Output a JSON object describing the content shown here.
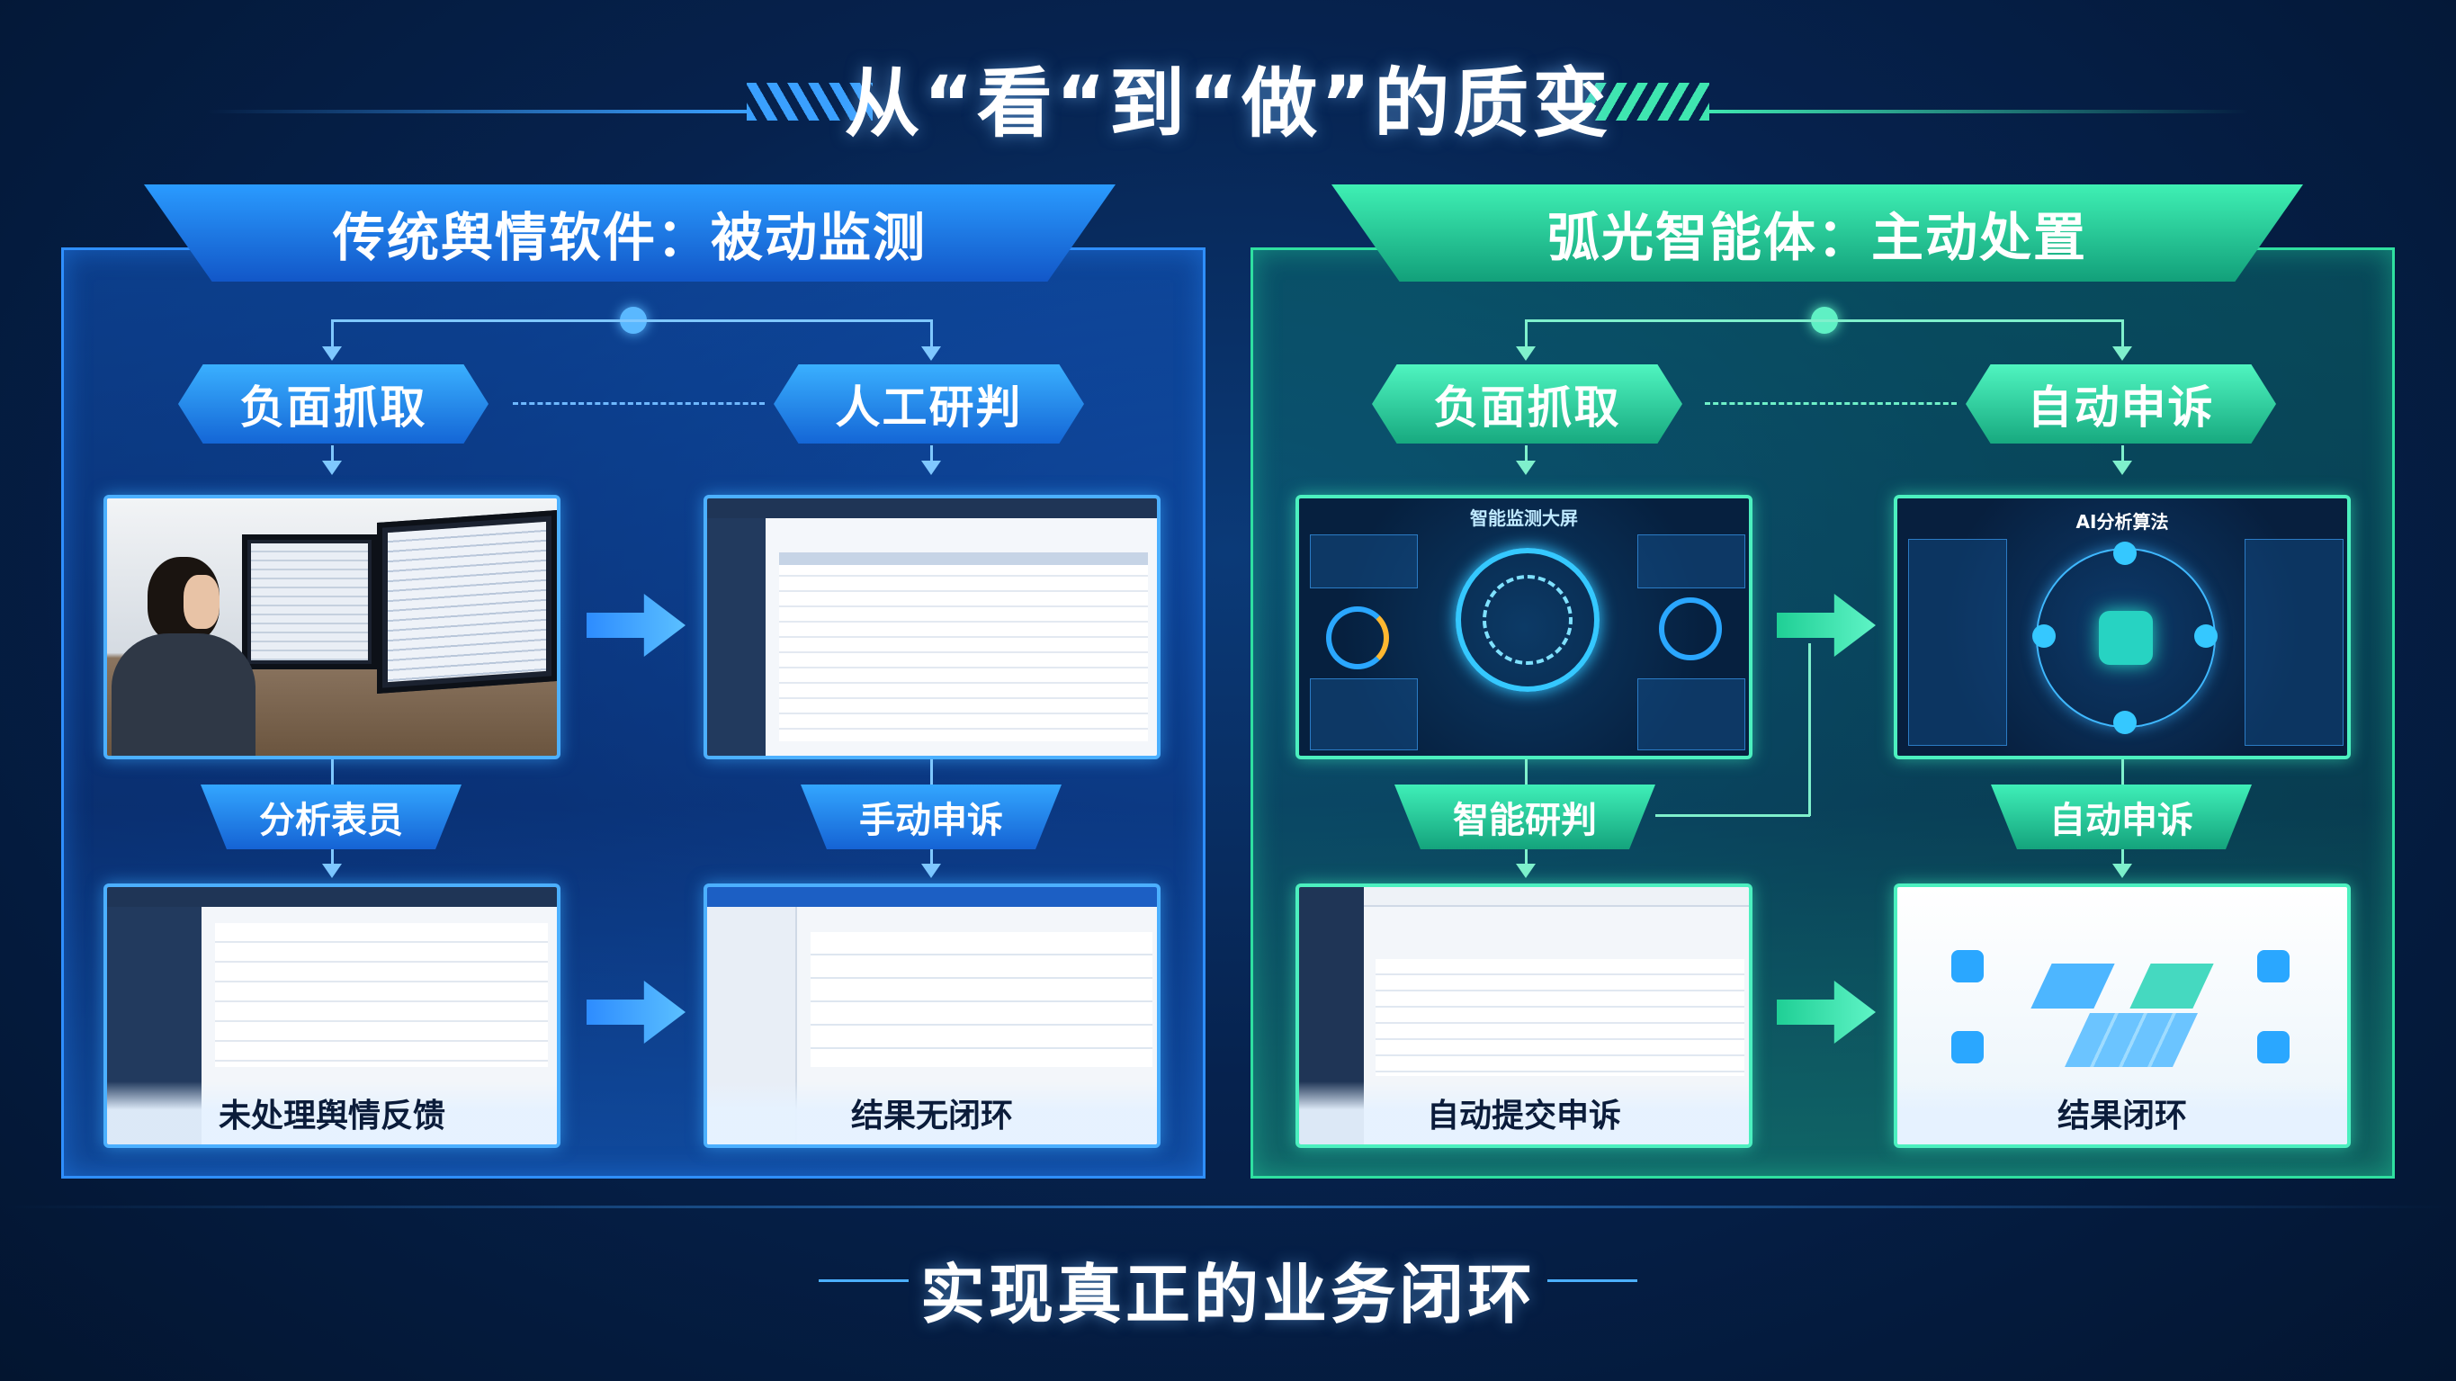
{
  "title": "从“看“到“做”的质变",
  "footer": "实现真正的业务闭环",
  "left": {
    "header": "传统舆情软件：被动监测",
    "step1": "负面抓取",
    "step2": "人工研判",
    "mid1": "分析表员",
    "mid2": "手动申诉",
    "card3_caption": "未处理舆情反馈",
    "card4_caption": "结果无闭环"
  },
  "right": {
    "header": "弧光智能体：主动处置",
    "step1": "负面抓取",
    "step2": "自动申诉",
    "mid1": "智能研判",
    "mid2": "自动申诉",
    "card1_title": "智能监测大屏",
    "card2_title": "AI分析算法",
    "card3_caption": "自动提交申诉",
    "card4_caption": "结果闭环"
  },
  "colors": {
    "blue_accent": "#2f8fff",
    "green_accent": "#2fe0a0"
  },
  "icons": [
    "person-at-monitor-photo",
    "table-screenshot",
    "dashboard-hud",
    "network-graph",
    "isometric-blocks"
  ]
}
